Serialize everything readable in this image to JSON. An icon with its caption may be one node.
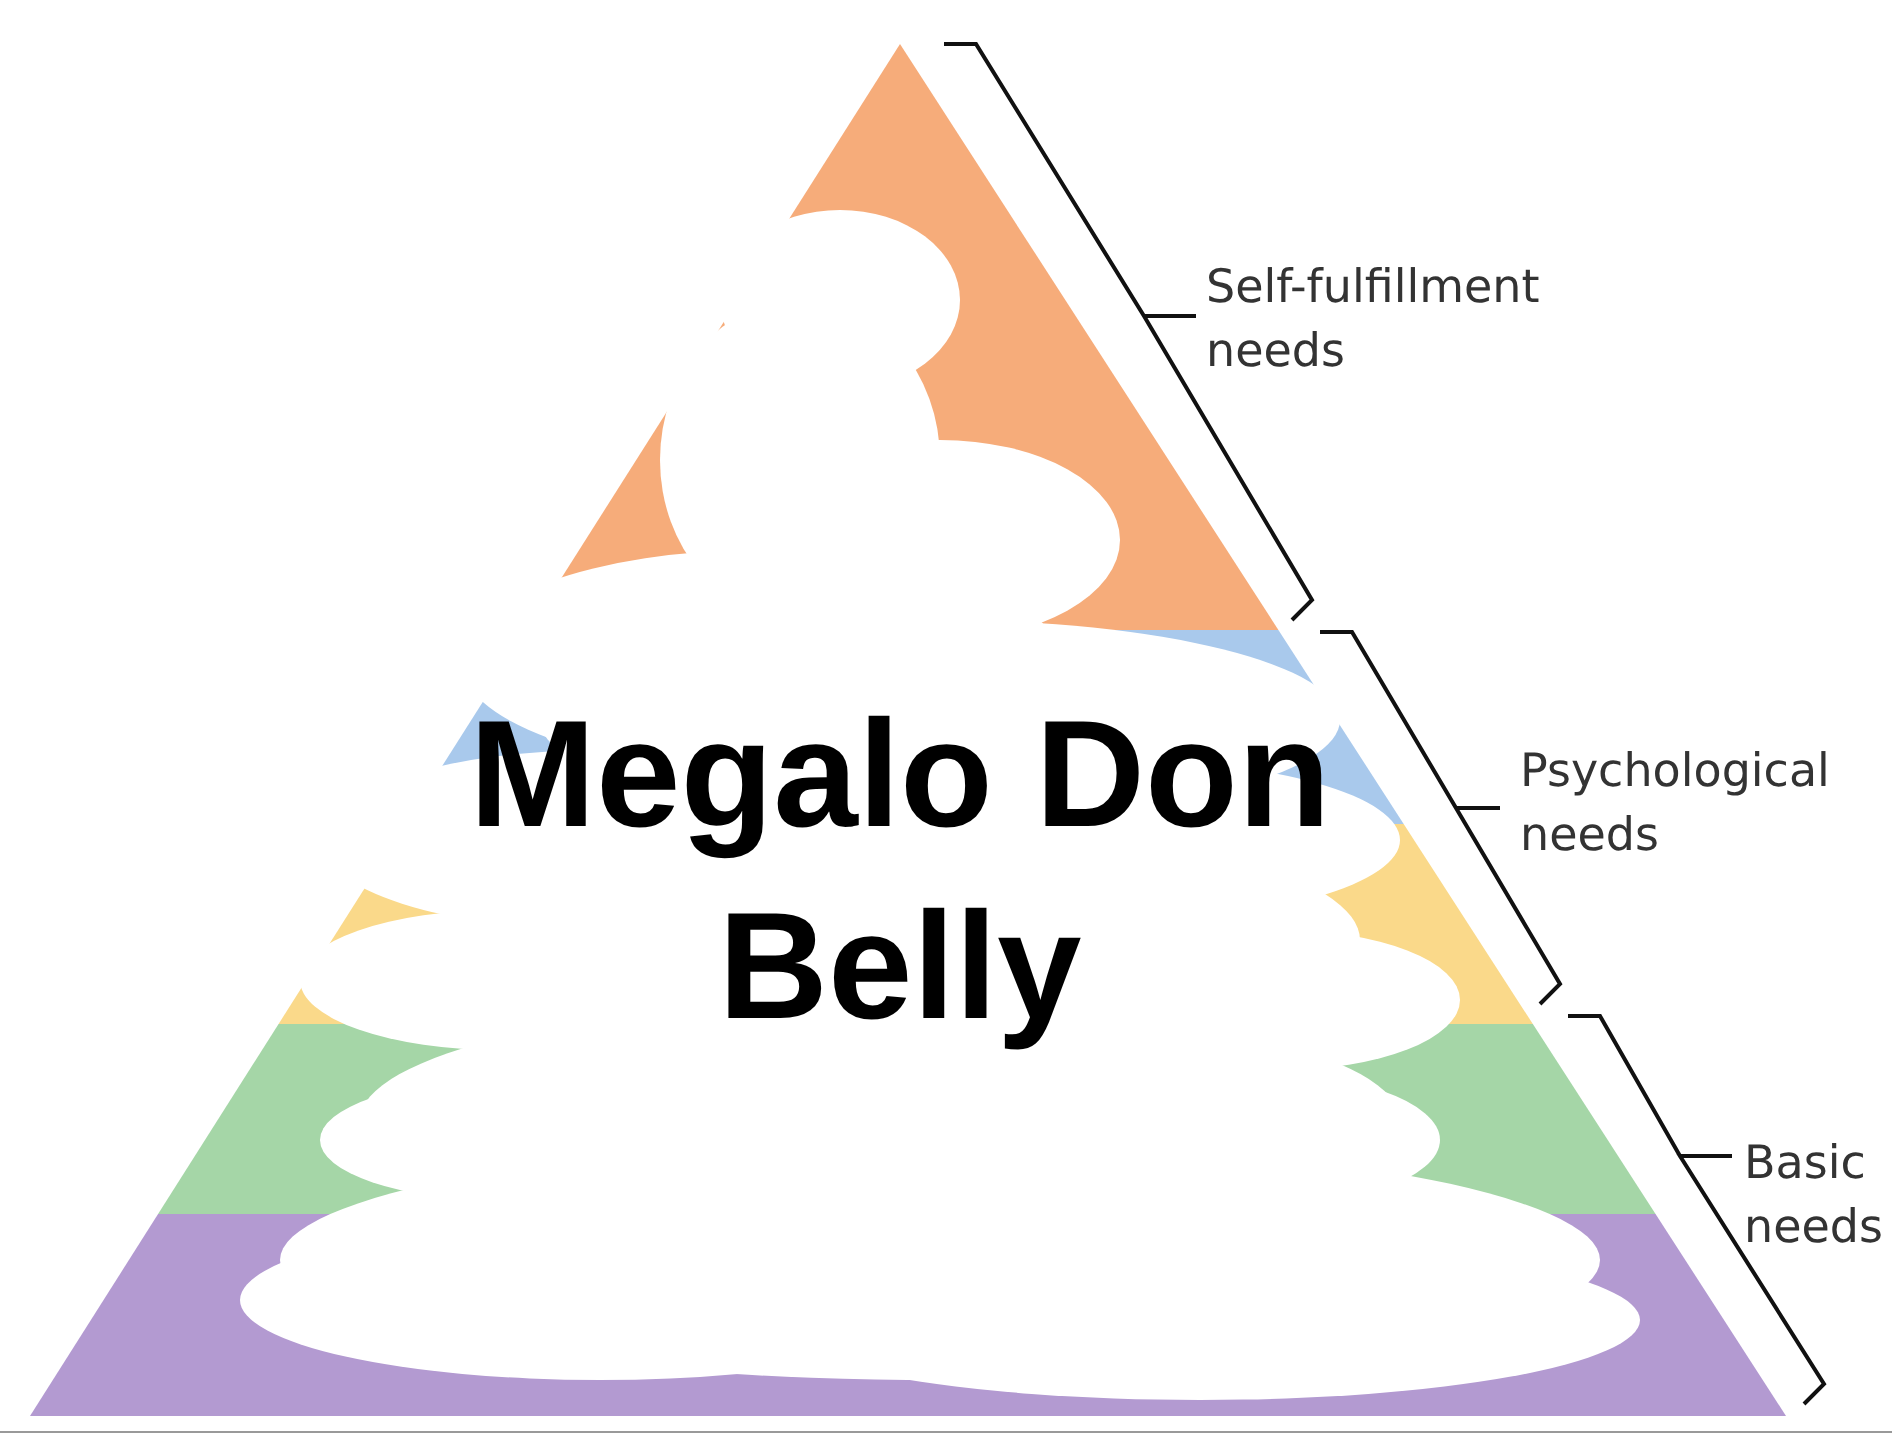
{
  "diagram": {
    "labels": [
      "Self-fulfillment needs",
      "Psychological needs",
      "Basic needs",
      "Megalo Don Belly"
    ]
  }
}
